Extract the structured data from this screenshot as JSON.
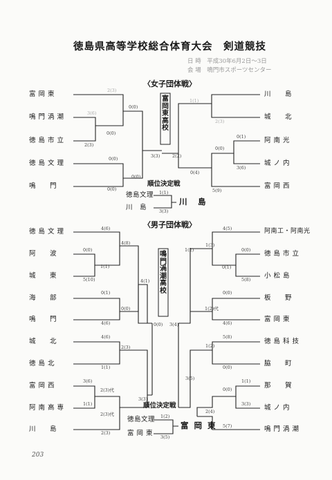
{
  "title": "徳島県高等学校総合体育大会　剣道競技",
  "meta": {
    "dates": "日 時　平成30年6月2日～3日",
    "venue": "会 場　鳴門市スポーツセンター"
  },
  "women": {
    "section_title": "〈女子団体戦〉",
    "left": [
      "富 岡 東",
      "鳴 門 渦 潮",
      "徳 島 市 立",
      "徳 島 文 理",
      "鳴　　門"
    ],
    "right": [
      "川　　島",
      "城　　北",
      "阿 南 光",
      "城 ノ 内",
      "富 岡 西"
    ],
    "champion": [
      "富",
      "岡",
      "東",
      "高",
      "校"
    ],
    "left_scores": [
      "2(3)",
      "3(6)",
      "0(0)",
      "0(0)",
      "2(3)",
      "0(0)",
      "0(0)",
      "3(3)"
    ],
    "right_scores": [
      "1(1)",
      "2(3)",
      "0(1)",
      "0(0)",
      "3(6)",
      "0(4)",
      "5(9)",
      "2(2)"
    ],
    "placing": {
      "title": "順位決定戦",
      "teams": [
        "徳島文理",
        "川　島"
      ],
      "scores": [
        "1(1)",
        "3(3)"
      ],
      "winner": "川　島"
    }
  },
  "men": {
    "section_title": "〈男子団体戦〉",
    "left": [
      "徳 島 文 理",
      "阿　　波",
      "城　　東",
      "海　　部",
      "鳴　　門",
      "城　　北",
      "徳 島 北",
      "富 岡 西",
      "阿 南 高 専",
      "川　　島"
    ],
    "right": [
      "阿南工・阿南光",
      "徳 島 市 立",
      "小 松 島",
      "板　　野",
      "富 岡 東",
      "徳 島 科 技",
      "脇　　町",
      "那　　賀",
      "城 ノ 内",
      "鳴 門 渦 潮"
    ],
    "champion": [
      "鳴",
      "門",
      "渦",
      "潮",
      "高",
      "校"
    ],
    "left_scores": [
      "4(6)",
      "0(0)",
      "1(1)",
      "5(10)",
      "4(8)",
      "0(1)",
      "0(0)",
      "4(6)",
      "4(1)",
      "4(6)",
      "2(3)",
      "1(1)",
      "3(6)",
      "2(3)代",
      "1(1)",
      "3(3)",
      "2(3)代",
      "2(3)"
    ],
    "right_scores": [
      "4(5)",
      "0(0)",
      "1(3)",
      "0(1)",
      "5(8)",
      "0(0)",
      "1(2)代",
      "4(6)",
      "1(2)",
      "5(8)",
      "1(2)",
      "0(0)",
      "1(1)",
      "0(0)",
      "3(3)",
      "2(4)",
      "5(7)",
      "3(5)"
    ],
    "final_scores": [
      "0(0)",
      "3(4)"
    ],
    "placing": {
      "title": "順位決定戦",
      "teams": [
        "徳島文理",
        "富 岡 東"
      ],
      "scores": [
        "1(2)",
        "3(5)"
      ],
      "winner": "富 岡 東"
    }
  },
  "page_number": "203"
}
